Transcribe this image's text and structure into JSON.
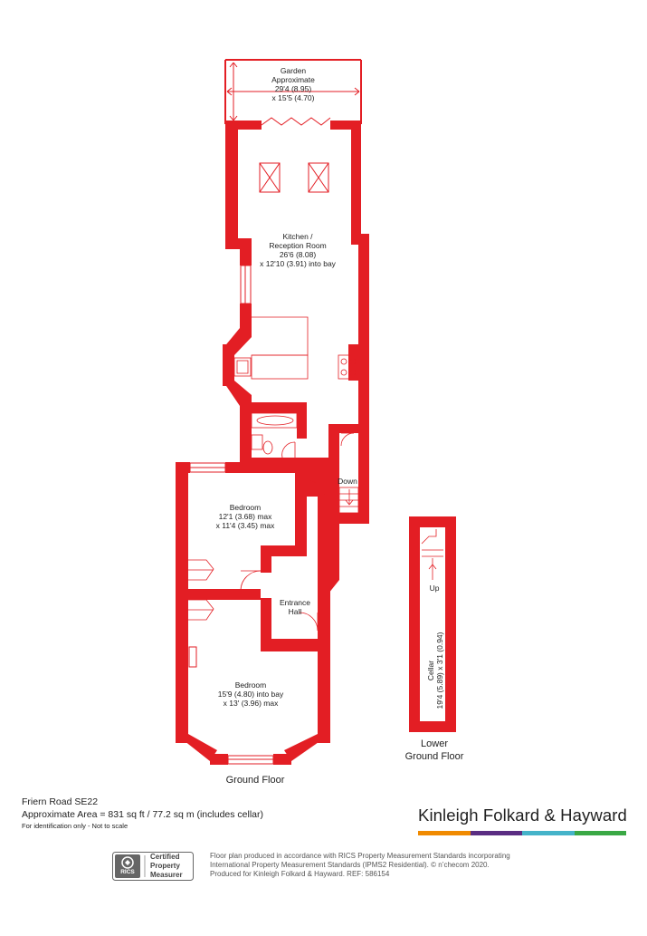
{
  "rooms": {
    "garden": {
      "name": "Garden",
      "line2": "Approximate",
      "line3": "29'4 (8.95)",
      "line4": "x 15'5 (4.70)"
    },
    "kitchen": {
      "line1": "Kitchen /",
      "line2": "Reception Room",
      "line3": "26'6 (8.08)",
      "line4": "x 12'10 (3.91) into bay"
    },
    "bedroom1": {
      "name": "Bedroom",
      "line2": "12'1 (3.68) max",
      "line3": "x 11'4 (3.45) max"
    },
    "entrance_hall": {
      "line1": "Entrance",
      "line2": "Hall"
    },
    "bedroom2": {
      "name": "Bedroom",
      "line2": "15'9 (4.80) into bay",
      "line3": "x 13' (3.96) max"
    },
    "cellar": {
      "line1": "Cellar",
      "line2": "19'4 (5.89) x 3'1 (0.94)"
    }
  },
  "stairs": {
    "down": "Down",
    "up": "Up"
  },
  "floors": {
    "ground": "Ground Floor",
    "lower_line1": "Lower",
    "lower_line2": "Ground Floor"
  },
  "footer": {
    "address": "Friern Road SE22",
    "area": "Approximate Area = 831 sq ft / 77.2 sq m (includes cellar)",
    "disclaimer": "For identification only - Not to scale"
  },
  "brand": {
    "name": "Kinleigh Folkard & Hayward",
    "bar_colors": [
      "#f08a00",
      "#5a2d82",
      "#45b3c9",
      "#3aa845"
    ]
  },
  "rics": {
    "mark": "RICS",
    "line1": "Certified",
    "line2": "Property",
    "line3": "Measurer"
  },
  "notes": {
    "line1": "Floor plan produced in accordance with RICS Property Measurement Standards incorporating",
    "line2": "International Property Measurement Standards (IPMS2 Residential).  © n’checom 2020.",
    "line3": "Produced for Kinleigh Folkard & Hayward.   REF: 586154"
  },
  "colors": {
    "wall": "#e31e24",
    "line": "#e31e24",
    "text": "#222222"
  }
}
